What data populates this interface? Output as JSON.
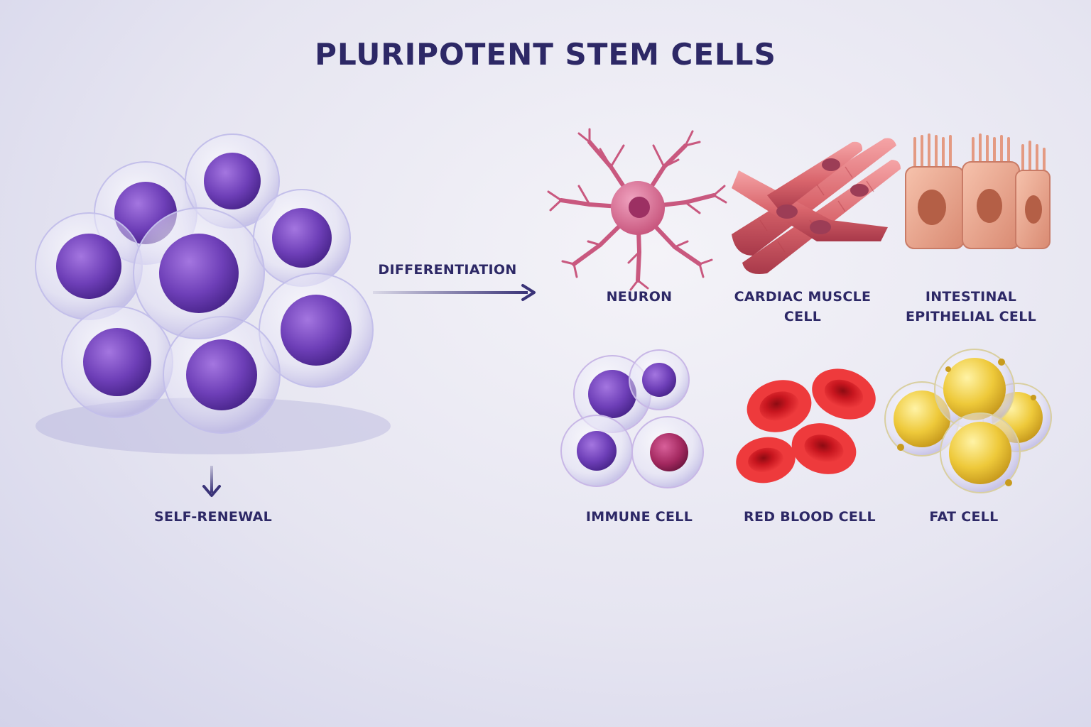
{
  "title": "PLURIPOTENT STEM CELLS",
  "colors": {
    "text": "#2d2866",
    "arrow": "#3a3378",
    "stem_nucleus": "#6e3fb8",
    "neuron": "#c9587f",
    "cardiac": "#d9656c",
    "epithelial": "#e49a82",
    "immune": "#8a4fc4",
    "red_blood": "#c8161f",
    "fat": "#eec93a"
  },
  "arrows": {
    "differentiation": "DIFFERENTIATION",
    "self_renewal": "SELF-RENEWAL"
  },
  "cell_types": [
    {
      "label_lines": [
        "NEURON"
      ],
      "icon": "neuron-icon"
    },
    {
      "label_lines": [
        "CARDIAC MUSCLE",
        "CELL"
      ],
      "icon": "cardiac-muscle-cell-icon"
    },
    {
      "label_lines": [
        "INTESTINAL",
        "EPITHELIAL CELL"
      ],
      "icon": "intestinal-epithelial-cell-icon"
    },
    {
      "label_lines": [
        "IMMUNE CELL"
      ],
      "icon": "immune-cell-icon"
    },
    {
      "label_lines": [
        "RED BLOOD CELL"
      ],
      "icon": "red-blood-cell-icon"
    },
    {
      "label_lines": [
        "FAT CELL"
      ],
      "icon": "fat-cell-icon"
    }
  ]
}
